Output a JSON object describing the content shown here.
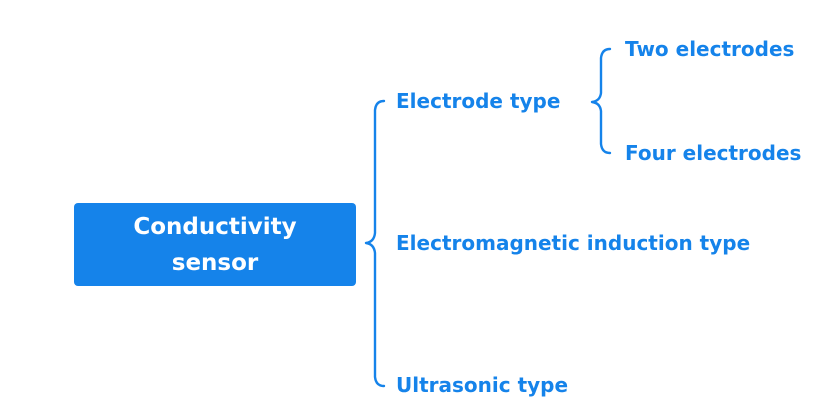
{
  "root": {
    "line1": "Conductivity",
    "line2": "sensor"
  },
  "branches": {
    "electrode": {
      "label": "Electrode type",
      "children": [
        "Two electrodes",
        "Four electrodes"
      ]
    },
    "electromagnetic": {
      "label": "Electromagnetic induction type"
    },
    "ultrasonic": {
      "label": "Ultrasonic type"
    }
  },
  "colors": {
    "accent": "#1583ea",
    "root_text": "#ffffff",
    "background": "#ffffff"
  }
}
